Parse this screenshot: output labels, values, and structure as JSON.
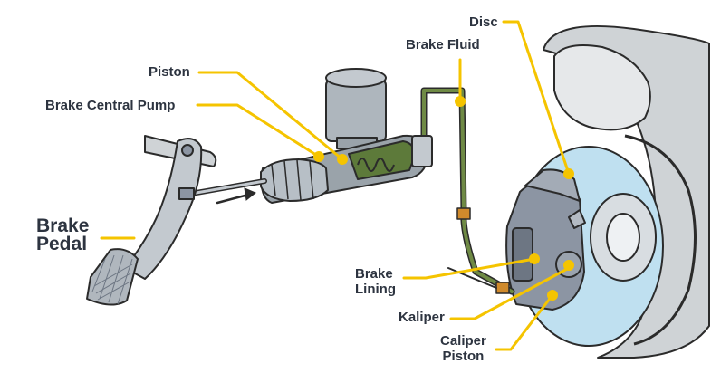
{
  "labels": {
    "disc": "Disc",
    "brake_fluid": "Brake Fluid",
    "piston": "Piston",
    "brake_central_pump": "Brake Central Pump",
    "brake_pedal_line1": "Brake",
    "brake_pedal_line2": "Pedal",
    "brake_lining_line1": "Brake",
    "brake_lining_line2": "Lining",
    "kaliper": "Kaliper",
    "caliper_piston_line1": "Caliper",
    "caliper_piston_line2": "Piston"
  },
  "colors": {
    "label_text": "#2d3440",
    "leader": "#f5c400",
    "outline": "#2b2b2b",
    "disc_blue": "#bfe0f0",
    "pump_body": "#9aa3aa",
    "fluid_green": "#5d7a3a",
    "reservoir": "#aeb6bd",
    "tire": "#cfd3d6",
    "caliper": "#8c95a3"
  }
}
